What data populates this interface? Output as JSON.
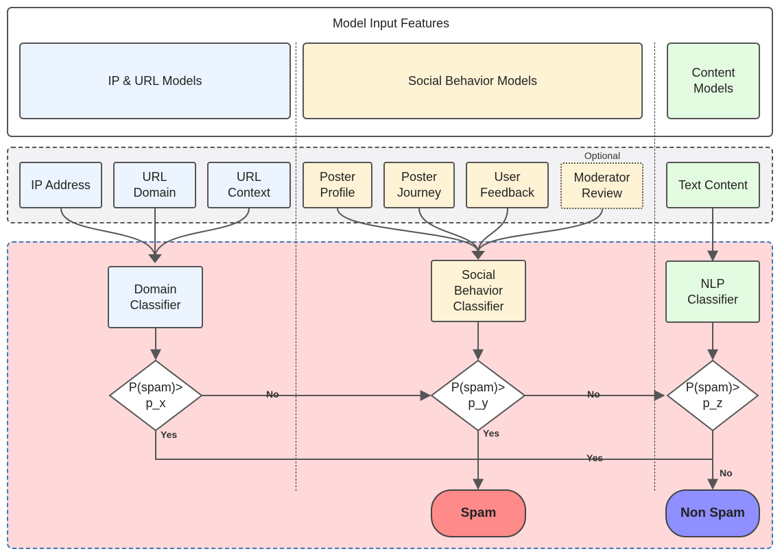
{
  "input_features": {
    "title": "Model Input Features",
    "ip_url_models": "IP & URL Models",
    "social_behavior_models": "Social Behavior Models",
    "content_models": "Content\nModels"
  },
  "features": {
    "ip_address": "IP Address",
    "url_domain": "URL\nDomain",
    "url_context": "URL\nContext",
    "poster_profile": "Poster\nProfile",
    "poster_journey": "Poster\nJourney",
    "user_feedback": "User\nFeedback",
    "moderator_review": "Moderator\nReview",
    "optional_label": "Optional",
    "text_content": "Text Content"
  },
  "classifiers": {
    "domain": "Domain\nClassifier",
    "social": "Social\nBehavior\nClassifier",
    "nlp": "NLP\nClassifier"
  },
  "decisions": {
    "x": "P(spam)>\np_x",
    "y": "P(spam)>\np_y",
    "z": "P(spam)>\np_z"
  },
  "edge_labels": {
    "no_1": "No",
    "no_2": "No",
    "no_3": "No",
    "yes_1": "Yes",
    "yes_2": "Yes",
    "yes_3": "Yes"
  },
  "outcomes": {
    "spam": "Spam",
    "non_spam": "Non Spam"
  },
  "colors": {
    "blue_fill": "#ecf4ff",
    "yellow_fill": "#fff3d6",
    "green_fill": "#e3fbe1",
    "pink_region": "#ffd9da",
    "spam_fill": "#ff8a8a",
    "non_spam_fill": "#8f8fff"
  }
}
